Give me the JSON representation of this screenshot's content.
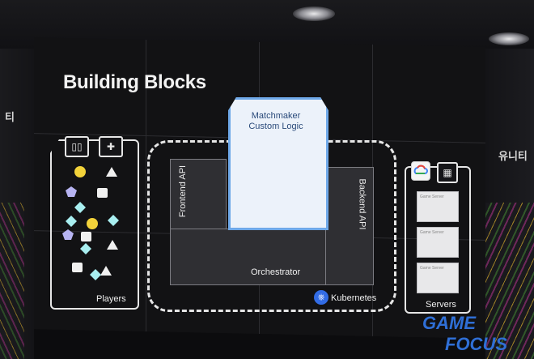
{
  "slide": {
    "title": "Building Blocks",
    "players_label": "Players",
    "servers_label": "Servers",
    "frontend_api": "Frontend API",
    "backend_api": "Backend API",
    "matchmaker_line1": "Matchmaker",
    "matchmaker_line2": "Custom Logic",
    "orchestrator": "Orchestrator",
    "kubernetes": "Kubernetes",
    "game_server_label": "Game Server"
  },
  "banners": {
    "left_text": "티",
    "right_text": "유니티"
  },
  "watermark": {
    "line1": "GAME",
    "line2": "FOCUS"
  },
  "colors": {
    "accent_blue": "#6ea8e8",
    "kubernetes_blue": "#326ce5",
    "player_yellow": "#f2d23a",
    "player_cyan": "#a8eef0",
    "player_lavender": "#b7b4f2",
    "watermark_blue": "#2f6fd6"
  }
}
